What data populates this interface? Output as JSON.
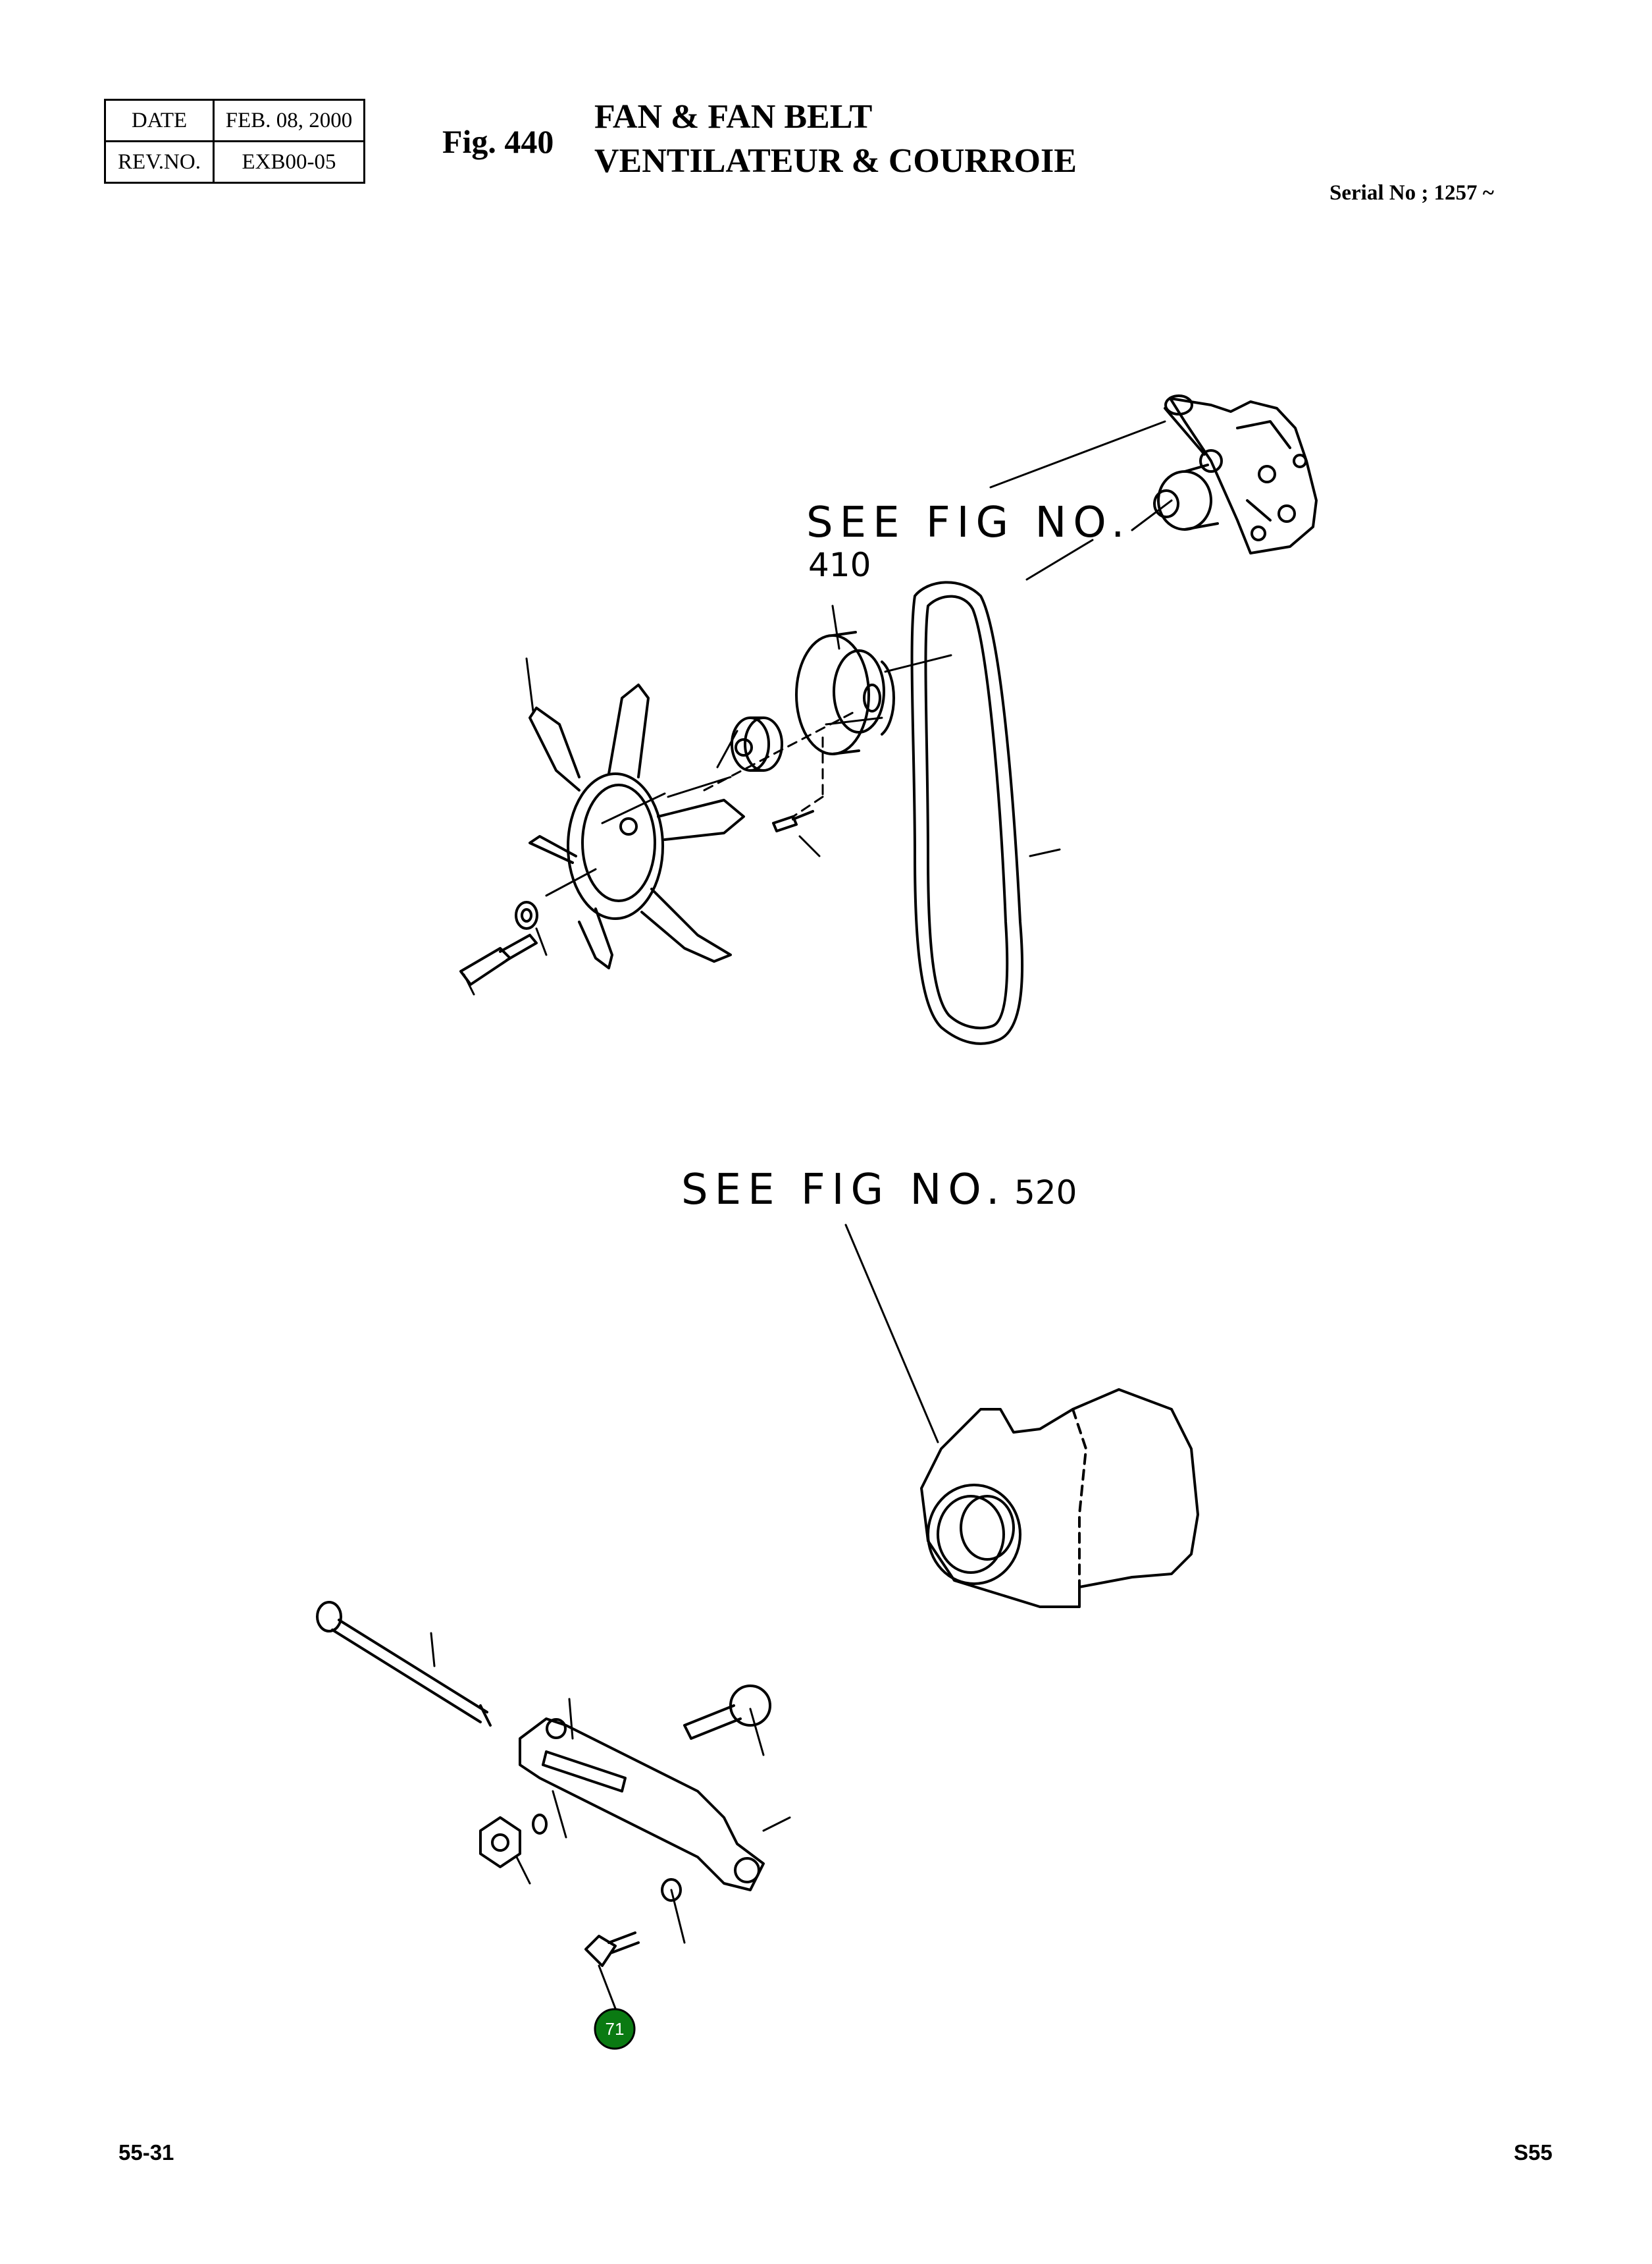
{
  "header": {
    "date_label": "DATE",
    "date_value": "FEB. 08, 2000",
    "rev_label": "REV.NO.",
    "rev_value": "EXB00-05",
    "fig_number": "Fig. 440",
    "title_en": "FAN & FAN BELT",
    "title_fr": "VENTILATEUR & COURROIE",
    "serial": "Serial No ; 1257 ~"
  },
  "diagram": {
    "ref_top_text": "SEE FIG NO.",
    "ref_top_num": "410",
    "ref_bottom_text": "SEE FIG NO.",
    "ref_bottom_num": "520",
    "callout": {
      "number": "71",
      "color": "#0a7a12"
    }
  },
  "footer": {
    "page_left": "55-31",
    "page_right": "S55"
  }
}
